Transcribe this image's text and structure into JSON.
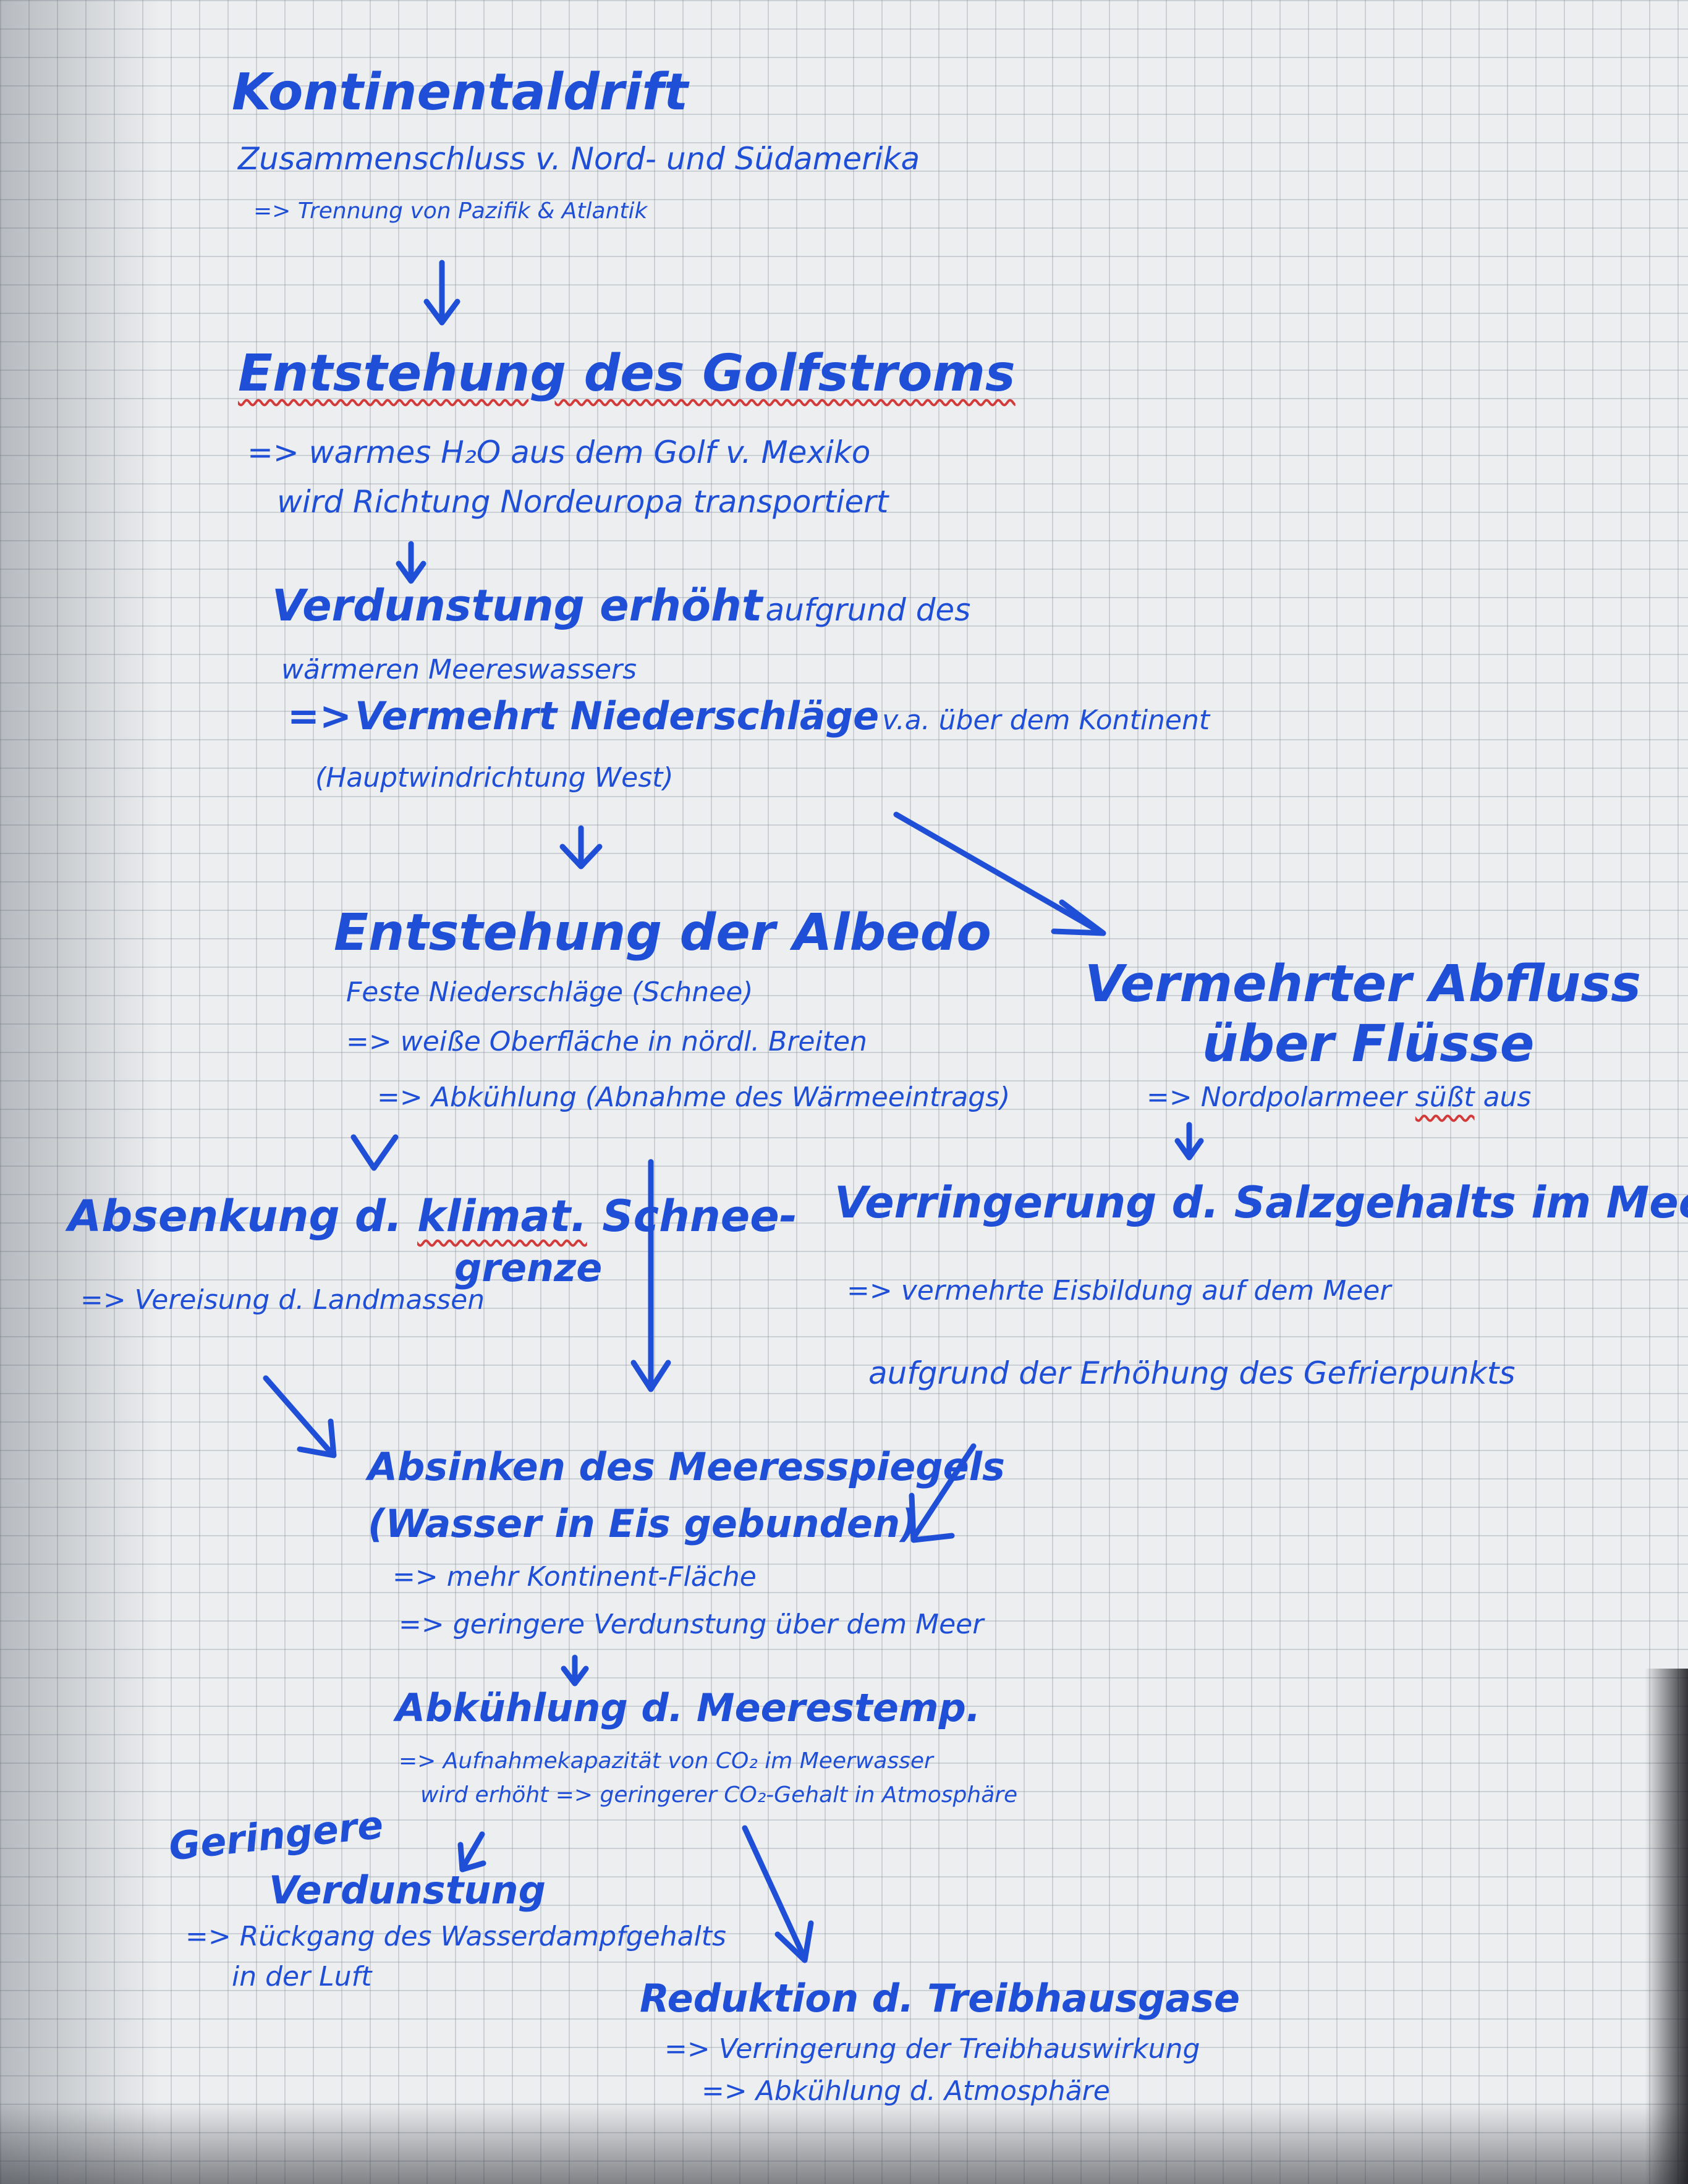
{
  "kontinentaldrift": {
    "title": "Kontinentaldrift",
    "line1": "Zusammenschluss v. Nord- und Südamerika",
    "line2": "=> Trennung von Pazifik & Atlantik"
  },
  "golfstrom": {
    "title": "Entstehung des Golfstroms",
    "line1": "=> warmes H₂O aus dem Golf v. Mexiko",
    "line2": "wird Richtung Nordeuropa transportiert"
  },
  "verdunstung": {
    "title": "Verdunstung erhöht",
    "title_rest": "aufgrund des",
    "line1": "wärmeren Meereswassers",
    "line2_prefix": "=>",
    "line2_bold": "Vermehrt Niederschläge",
    "line2_rest": "v.a. über dem Kontinent",
    "line3": "(Hauptwindrichtung West)"
  },
  "albedo": {
    "title": "Entstehung der Albedo",
    "line1": "Feste Niederschläge (Schnee)",
    "line2": "=> weiße Oberfläche in nördl. Breiten",
    "line3": "=> Abkühlung (Abnahme des Wärmeeintrags)"
  },
  "abfluss": {
    "title1": "Vermehrter Abfluss",
    "title2": "über Flüsse",
    "line1_prefix": "=> Nordpolarmeer",
    "line1_word": "süßt",
    "line1_suffix": "aus"
  },
  "salzgehalt": {
    "title": "Verringerung d. Salzgehalts im Meer",
    "line1": "=> vermehrte Eisbildung auf dem Meer",
    "line2": "aufgrund der Erhöhung des Gefrierpunkts"
  },
  "schneegrenze": {
    "title_prefix": "Absenkung d.",
    "title_word": "klimat.",
    "title_suffix": "Schnee-",
    "title_cont": "grenze",
    "line1": "=> Vereisung d. Landmassen"
  },
  "meeresspiegel": {
    "title": "Absinken des Meeresspiegels",
    "subtitle": "(Wasser in Eis gebunden)",
    "line1": "=> mehr Kontinent-Fläche",
    "line2": "=> geringere Verdunstung über dem Meer"
  },
  "meerestemp": {
    "title": "Abkühlung d. Meerestemp.",
    "line1": "=> Aufnahmekapazität von CO₂ im Meerwasser",
    "line2": "wird erhöht => geringerer CO₂-Gehalt in Atmosphäre"
  },
  "geringere_verdunstung": {
    "title1": "Geringere",
    "title2": "Verdunstung",
    "line1": "=> Rückgang des Wasserdampfgehalts",
    "line2": "in der Luft"
  },
  "treibhausgase": {
    "title": "Reduktion d. Treibhausgase",
    "line1": "=> Verringerung der Treibhauswirkung",
    "line2": "=> Abkühlung d. Atmosphäre"
  }
}
